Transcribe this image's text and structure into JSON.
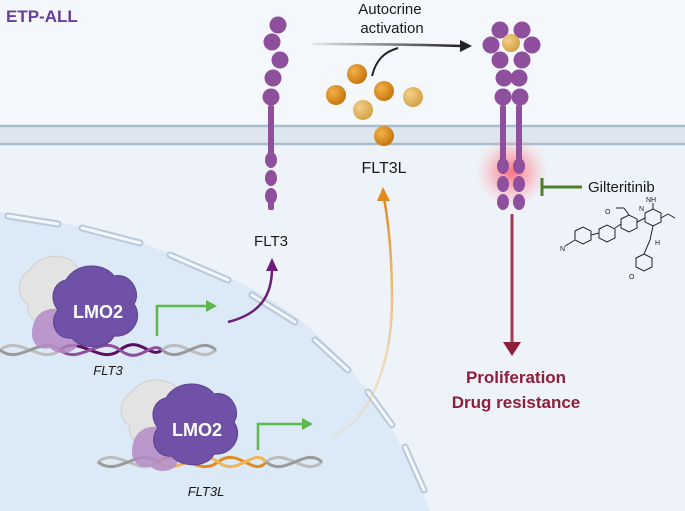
{
  "title": "ETP-ALL",
  "labels": {
    "flt3": "FLT3",
    "flt3l": "FLT3L",
    "autocrine_line1": "Autocrine",
    "autocrine_line2": "activation",
    "inhibitor": "Gilteritinib",
    "outcome_line1": "Proliferation",
    "outcome_line2": "Drug resistance",
    "lmo2": "LMO2",
    "gene_flt3": "FLT3",
    "gene_flt3l": "FLT3L"
  },
  "chem_atoms": {
    "o": "O",
    "n": "N",
    "nh2": "NH",
    "h": "H",
    "o_ring": "O",
    "n_sub": "N"
  },
  "colors": {
    "receptor": "#8e4f9d",
    "ligand": "#d48a1a",
    "ligand_light": "#e3b45a",
    "title": "#6a3d9a",
    "outcome": "#8e1f3a",
    "inhibitor": "#4f7f2a",
    "promoter_arrow": "#5fb84a",
    "membrane": "#b5c5d4",
    "nucleus": "#deeaf5"
  }
}
